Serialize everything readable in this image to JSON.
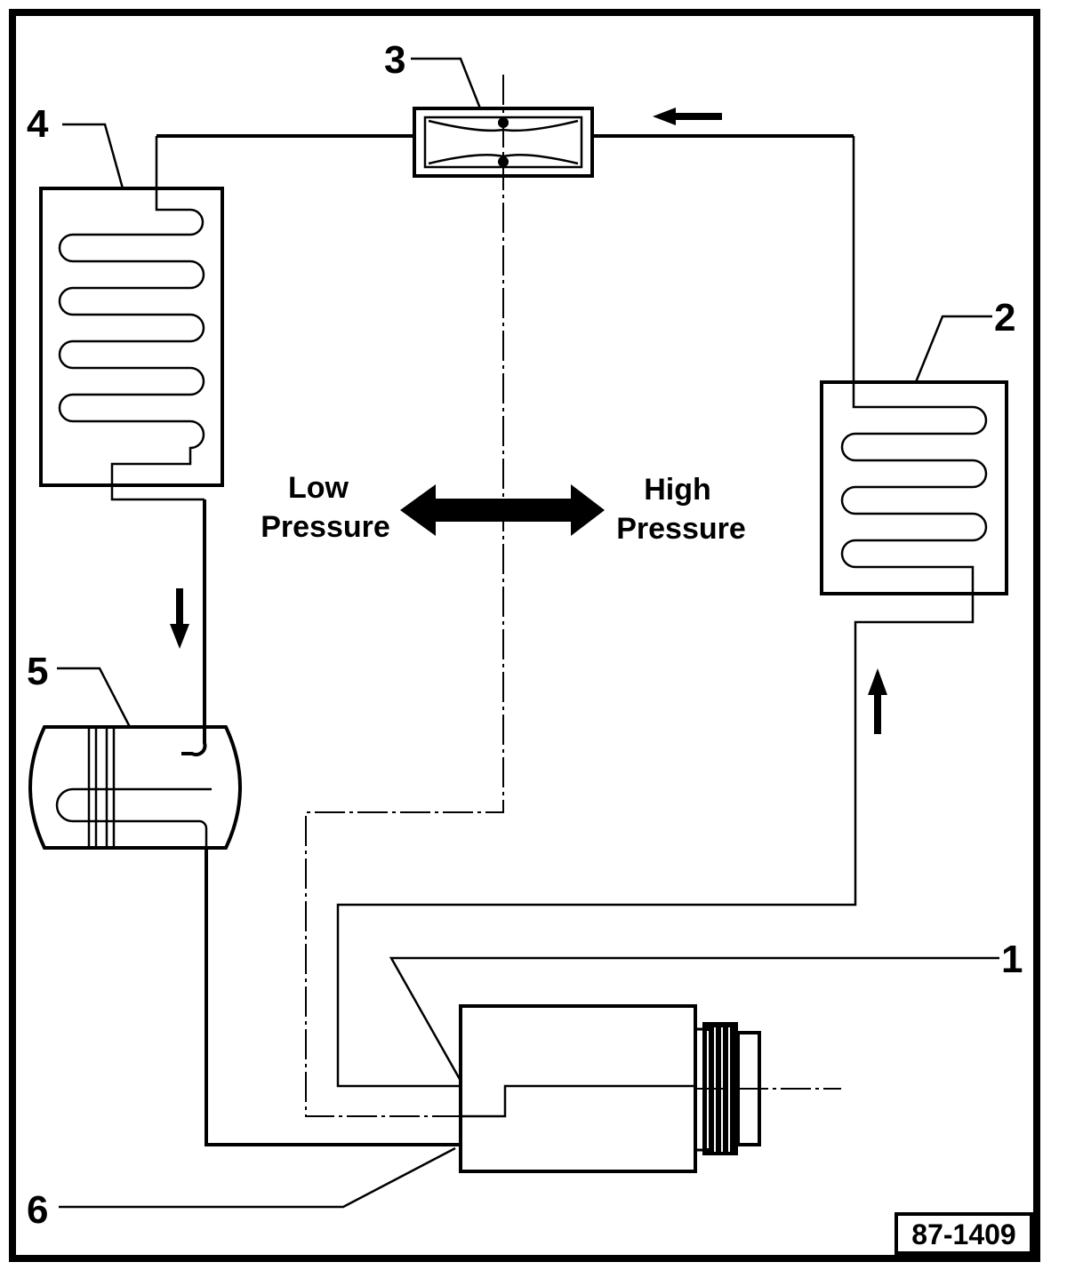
{
  "callouts": {
    "c1": "1",
    "c2": "2",
    "c3": "3",
    "c4": "4",
    "c5": "5",
    "c6": "6"
  },
  "pressure": {
    "low_line1": "Low",
    "low_line2": "Pressure",
    "high_line1": "High",
    "high_line2": "Pressure"
  },
  "figure_number": "87-1409",
  "icons": {
    "flow_arrows": "arrow-icon",
    "divider": "double-arrow-icon"
  }
}
